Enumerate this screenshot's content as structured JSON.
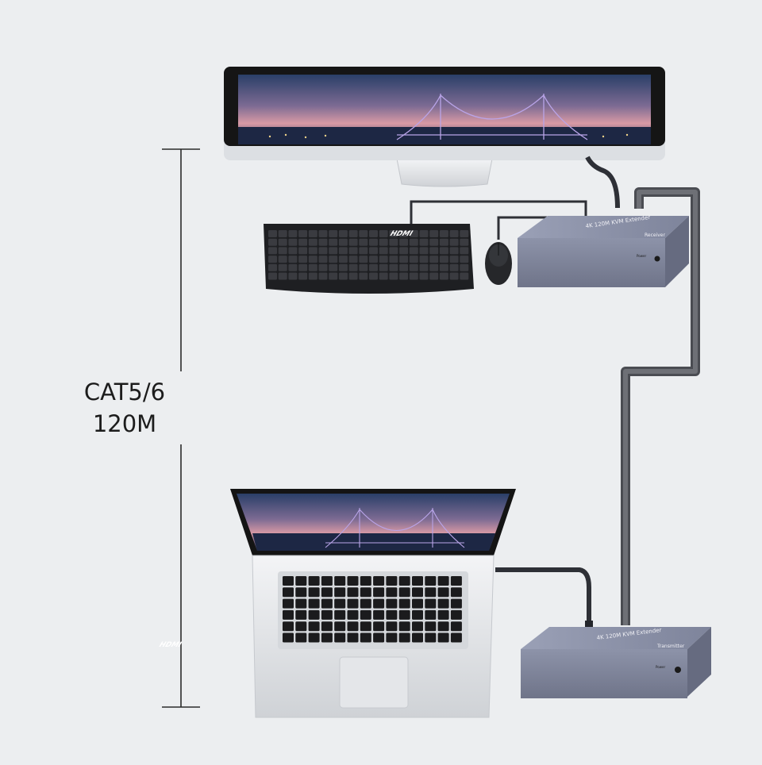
{
  "distance": {
    "cable_type": "CAT5/6",
    "length": "120M"
  },
  "receiver": {
    "brand": "HDMI",
    "model": "4K 120M KVM Extender",
    "role": "Receiver",
    "port": "Power"
  },
  "transmitter": {
    "brand": "HDMI",
    "model": "4K 120M KVM Extender",
    "role": "Transmitter",
    "port": "Power"
  },
  "colors": {
    "background": "#eceef0",
    "device_body": "#8a90a6",
    "cable": "#3c3f46",
    "network_cable": "#5f6167"
  }
}
